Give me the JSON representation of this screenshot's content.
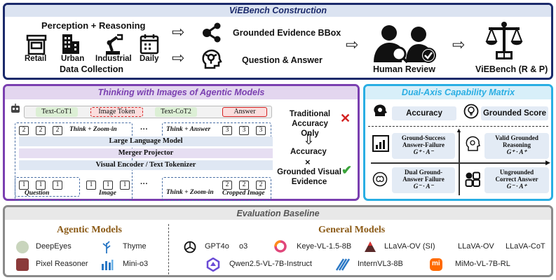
{
  "construction": {
    "title": "ViEBench Construction",
    "perception_label": "Perception + Reasoning",
    "sources": [
      "Retail",
      "Urban",
      "Industrial",
      "Daily"
    ],
    "data_collection": "Data Collection",
    "grounded_evidence": "Grounded Evidence BBox",
    "question_answer": "Question & Answer",
    "human_review": "Human Review",
    "viebench": "ViEBench (R & P)"
  },
  "thinking": {
    "title": "Thinking with Images of Agentic Models",
    "sequence": [
      "Text-CoT1",
      "Image Token",
      "Text-CoT2",
      "Answer"
    ],
    "think_zoom_top": "Think + Zoom-in",
    "think_answer": "Think + Answer",
    "ellipsis": "···",
    "top_tokens_left": [
      "2",
      "2",
      "2"
    ],
    "top_tokens_right": [
      "3",
      "3",
      "3"
    ],
    "llm": "Large Language Model",
    "merger": "Merger Projector",
    "encoder": "Visual Encoder / Text Tokenizer",
    "bottom_tokens_q": [
      "1",
      "1",
      "1"
    ],
    "bottom_tokens_i": [
      "1",
      "1",
      "1"
    ],
    "bottom_tokens_c": [
      "2",
      "2",
      "2"
    ],
    "question_label": "Question",
    "image_label": "Image",
    "think_zoom_bottom": "Think + Zoom-in",
    "cropped_image": "Cropped Image",
    "traditional": "Traditional Accuracy Only",
    "accuracy": "Accuracy",
    "times": "×",
    "grounded_visual": "Grounded Visual Evidence"
  },
  "matrix": {
    "title": "Dual-Axis Capability Matrix",
    "accuracy": "Accuracy",
    "grounded_score": "Grounded Score",
    "q_tl_1": "Ground-Success",
    "q_tl_2": "Answer-Failure",
    "q_tl_3": "G⁺ · A⁻",
    "q_tr_1": "Valid Grounded",
    "q_tr_2": "Reasoning",
    "q_tr_3": "G⁺ · A⁺",
    "q_bl_1": "Dual Ground-",
    "q_bl_2": "Answer Failure",
    "q_bl_3": "G⁻ · A⁻",
    "q_br_1": "Ungrounded",
    "q_br_2": "Correct Answer",
    "q_br_3": "G⁻ · A⁺"
  },
  "evaluation": {
    "title": "Evaluation Baseline",
    "agentic_title": "Agentic Models",
    "agentic": [
      "DeepEyes",
      "Thyme",
      "Pixel Reasoner",
      "Mini-o3"
    ],
    "general_title": "General Models",
    "general_row1": [
      "GPT4o",
      "o3",
      "Keye-VL-1.5-8B",
      "LLaVA-OV (SI)",
      "LLaVA-OV",
      "LLaVA-CoT"
    ],
    "general_row2": [
      "Qwen2.5-VL-7B-Instruct",
      "InternVL3-8B",
      "MiMo-VL-7B-RL"
    ]
  },
  "colors": {
    "navy": "#1b2a6b",
    "purple": "#7a3fb0",
    "cyan": "#29aee3",
    "gray": "#8a8a8a",
    "brown": "#8b5a16",
    "red": "#d32020",
    "green": "#3aa33a"
  }
}
